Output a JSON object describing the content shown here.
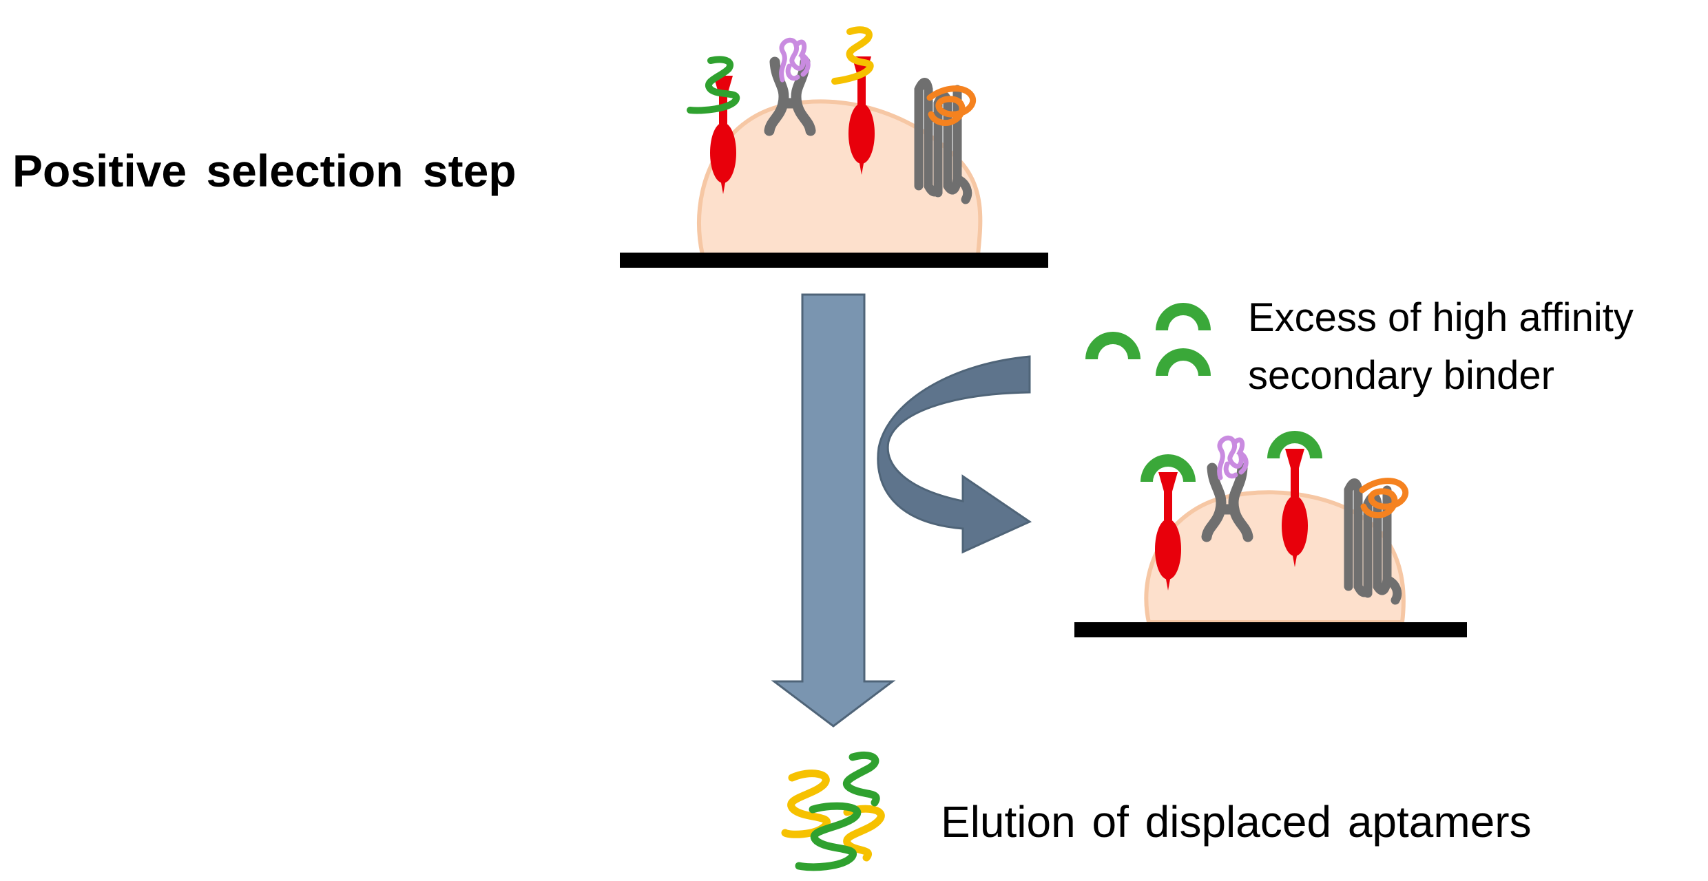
{
  "title": "Positive selection step",
  "binder_label": "Excess of high affinity\nsecondary binder",
  "elution_label": "Elution of displaced aptamers",
  "colors": {
    "cell": "#fde0cc",
    "cell_edge": "#f6c7a4",
    "surface": "#000000",
    "arrow": "#7a95b0",
    "arrow_edge": "#4f6478",
    "receptor": "#e8000b",
    "binder": "#3aa839",
    "aptamer_green": "#2fa12f",
    "aptamer_yellow": "#f6c100",
    "protein_grey": "#6f6f6f",
    "purple": "#c98be0",
    "orange": "#f5821f"
  }
}
